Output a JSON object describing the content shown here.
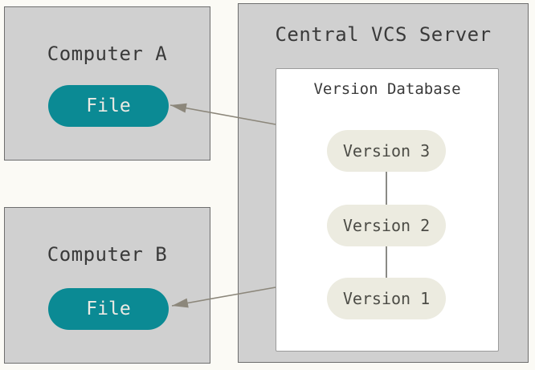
{
  "diagram": {
    "computer_a": {
      "title": "Computer A",
      "file_label": "File"
    },
    "computer_b": {
      "title": "Computer B",
      "file_label": "File"
    },
    "server": {
      "title": "Central VCS Server",
      "database": {
        "title": "Version Database",
        "versions": [
          "Version 3",
          "Version 2",
          "Version 1"
        ]
      }
    },
    "arrows": [
      {
        "name": "server-to-computer-a",
        "from": "Version Database",
        "to": "File (Computer A)"
      },
      {
        "name": "server-to-computer-b",
        "from": "Version Database",
        "to": "File (Computer B)"
      }
    ]
  },
  "colors": {
    "bg": "#fbfaf5",
    "box-fill": "#d0d0d0",
    "box-border": "#6e6e6e",
    "teal": "#0b8a94",
    "teal-text": "#eceae4",
    "pill-fill": "#ecebe0",
    "pill-text": "#4c4c46",
    "text-dark": "#3a3a3a",
    "dbbox-border": "#9b9b9b",
    "link-line": "#8a8a85",
    "arrow": "#8c877b"
  }
}
